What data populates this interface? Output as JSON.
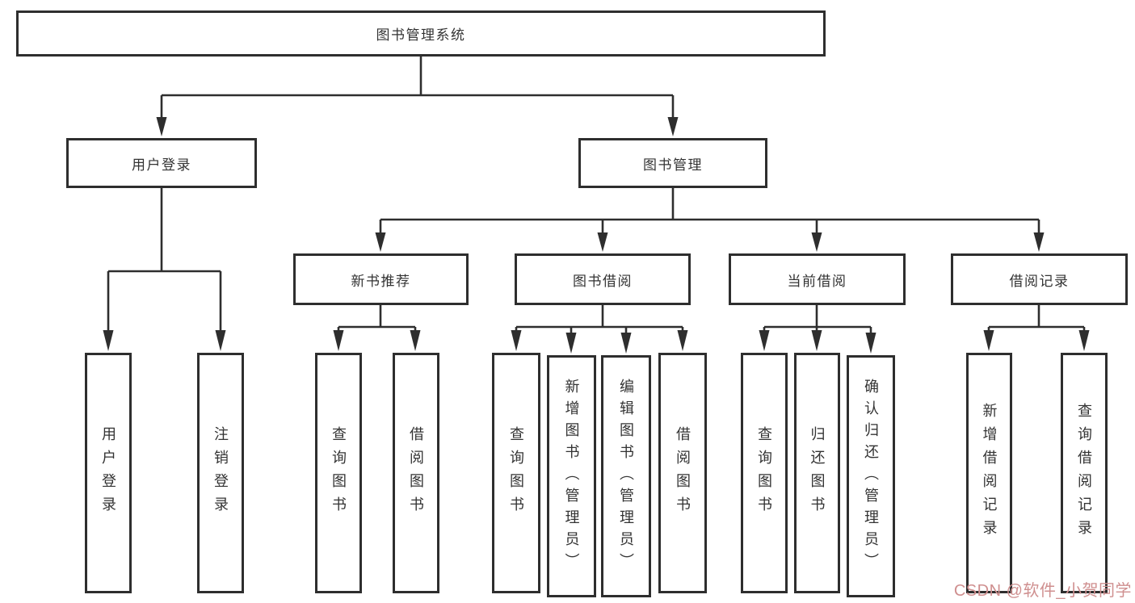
{
  "diagram_title": "图书管理系统",
  "colors": {
    "line": "#2e2e2e",
    "box_border": "#2e2e2e",
    "box_fill": "#ffffff",
    "text": "#333333",
    "watermark": "#cf8f8f"
  },
  "watermark": {
    "text": "CSDN @软件_小贺同学"
  },
  "tree": {
    "root": {
      "label": "图书管理系统"
    },
    "branches": [
      {
        "label": "用户登录",
        "children": [
          {
            "label": "用户登录"
          },
          {
            "label": "注销登录"
          }
        ]
      },
      {
        "label": "图书管理",
        "children": [
          {
            "label": "新书推荐",
            "children": [
              {
                "label": "查询图书"
              },
              {
                "label": "借阅图书"
              }
            ]
          },
          {
            "label": "图书借阅",
            "children": [
              {
                "label": "查询图书"
              },
              {
                "label": "新增图书（管理员）"
              },
              {
                "label": "编辑图书（管理员）"
              },
              {
                "label": "借阅图书"
              }
            ]
          },
          {
            "label": "当前借阅",
            "children": [
              {
                "label": "查询图书"
              },
              {
                "label": "归还图书"
              },
              {
                "label": "确认归还（管理员）"
              }
            ]
          },
          {
            "label": "借阅记录",
            "children": [
              {
                "label": "新增借阅记录"
              },
              {
                "label": "查询借阅记录"
              }
            ]
          }
        ]
      }
    ]
  }
}
